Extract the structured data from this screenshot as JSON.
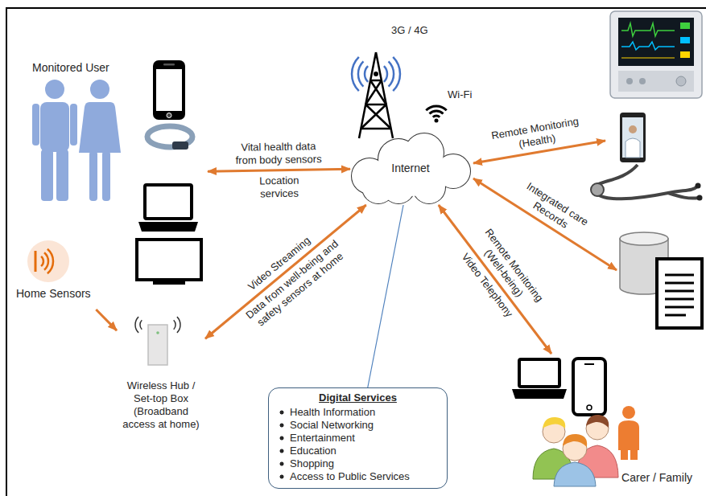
{
  "diagram": {
    "nodes": [
      {
        "text": [
          "Monitored User"
        ]
      },
      {
        "text": [
          "Internet"
        ]
      },
      {
        "text": [
          "Home Sensors"
        ]
      },
      {
        "text": [
          "Wireless Hub / Set-top Box (Broadband access at home)"
        ]
      },
      {
        "text": [
          "Digital Services",
          "Health Information",
          "Social Networking",
          "Entertainment",
          "Education",
          "Shopping",
          "Access to Public Services"
        ]
      },
      {
        "text": [
          "Carer / Family"
        ]
      }
    ],
    "edges": [
      {
        "from": 0,
        "to": 1,
        "arrow": "both",
        "label": "Vital health data from body sensors"
      },
      {
        "from": 2,
        "to": 3,
        "arrow": "to"
      },
      {
        "from": 3,
        "to": 1,
        "arrow": "both",
        "label": "Data from well-being and safety sensors at home"
      },
      {
        "from": 1,
        "to": 5,
        "arrow": "both",
        "label": "Remote Monitoring (Well-being)"
      },
      {
        "from": 1,
        "to": 4,
        "arrow": "none"
      }
    ],
    "labels": [
      "3G / 4G",
      "Wi-Fi",
      "Remote Monitoring (Health)",
      "Integrated care Records",
      "Location services",
      "Video Streaming",
      "Video Telephony"
    ]
  }
}
